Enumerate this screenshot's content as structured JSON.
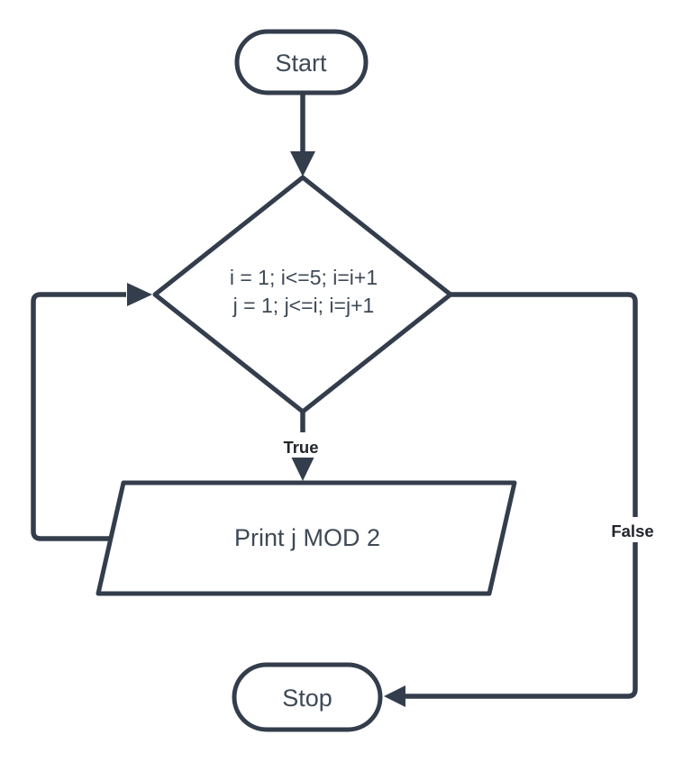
{
  "flowchart": {
    "nodes": {
      "start": {
        "label": "Start",
        "shape": "terminator"
      },
      "loop_condition": {
        "shape": "decision",
        "line1": "i = 1; i<=5; i=i+1",
        "line2": "j = 1; j<=i; i=j+1"
      },
      "print": {
        "label": "Print j MOD 2",
        "shape": "parallelogram-io"
      },
      "stop": {
        "label": "Stop",
        "shape": "terminator"
      }
    },
    "edges": [
      {
        "from": "start",
        "to": "loop_condition",
        "label": ""
      },
      {
        "from": "loop_condition",
        "to": "print",
        "label": "True"
      },
      {
        "from": "print",
        "to": "loop_condition",
        "label": ""
      },
      {
        "from": "loop_condition",
        "to": "stop",
        "label": "False"
      }
    ],
    "colors": {
      "stroke": "#333d4c",
      "node_text": "#3e4956",
      "edge_label_text": "#22262b",
      "background": "#ffffff"
    }
  }
}
